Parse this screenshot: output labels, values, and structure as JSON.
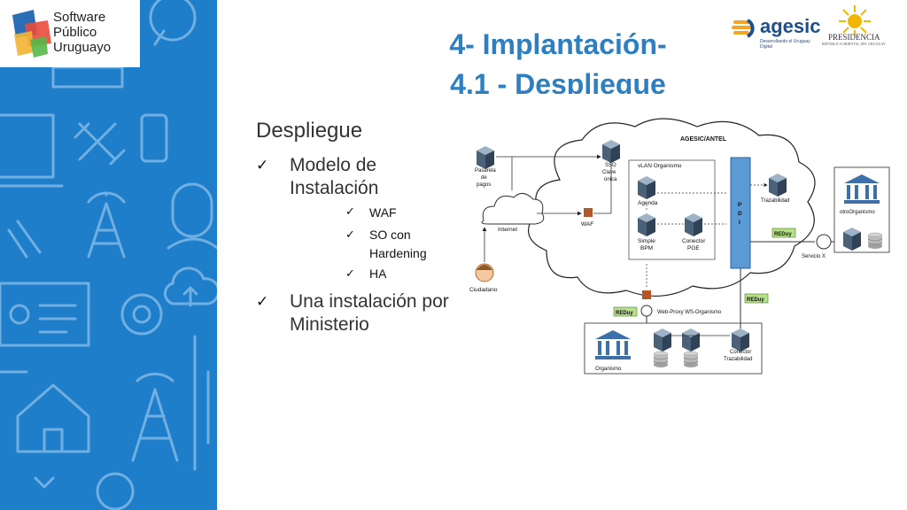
{
  "slide": {
    "title_line1": "4- Implantación-",
    "title_line2": "4.1 - Despliegue"
  },
  "logos": {
    "software_publico": "Software\nPúblico\nUruguayo",
    "agesic": "agesic",
    "agesic_tagline": "Desarrollando el Uruguay Digital",
    "presidencia": "PRESIDENCIA",
    "presidencia_sub": "REPÚBLICA ORIENTAL DEL URUGUAY"
  },
  "content": {
    "heading": "Despliegue",
    "item1": "Modelo de Instalación",
    "sub1": "WAF",
    "sub2": "SO con Hardening",
    "sub3": "HA",
    "item2": "Una instalación por Ministerio"
  },
  "diagram": {
    "cloud_title": "AGESIC/ANTEL",
    "vlan_label": "vLAN Organismo",
    "pasarela": [
      "Pasarela",
      "de",
      "pagos"
    ],
    "sso": [
      "SSO",
      "Clave",
      "única"
    ],
    "internet": "Internet",
    "waf": "WAF",
    "agenda": "Agenda",
    "simple_bpm": [
      "Simple",
      "BPM"
    ],
    "conector_pge": [
      "Conector",
      "PGE"
    ],
    "pdi": [
      "P",
      "D",
      "I"
    ],
    "trazabilidad": "Trazabilidad",
    "otro_organismo": "otroOrganismo",
    "reduy": "REDuy",
    "servicio_x": "Servicio X",
    "ciudadano": "Ciudadano",
    "web_proxy": "Web-Proxy WS-Organismo",
    "organismo": "Organismo",
    "conector_trazabilidad": [
      "Conector",
      "Trazabilidad"
    ]
  },
  "colors": {
    "sidebar_blue": "#1f7ec9",
    "title_blue": "#2e7fc1",
    "reduy_green": "#b7e08a",
    "waf_orange": "#b5562a",
    "pdi_blue": "#5b9bd5"
  }
}
